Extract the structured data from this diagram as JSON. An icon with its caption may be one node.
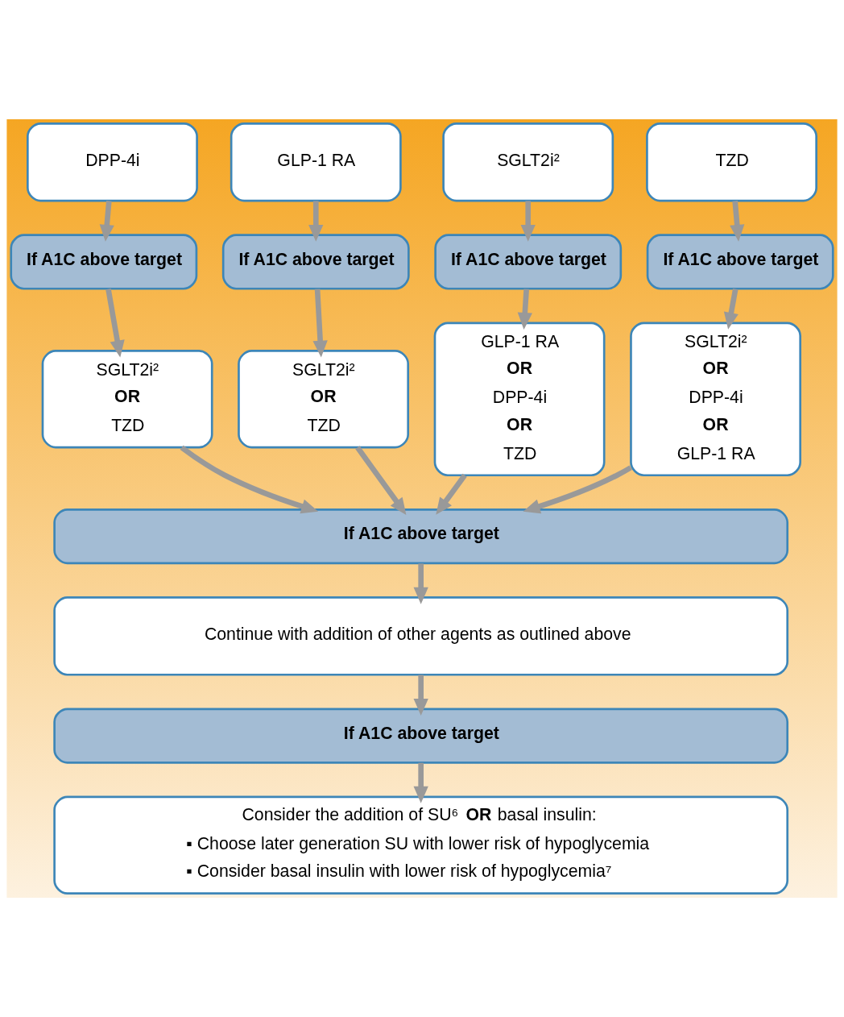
{
  "diagram": {
    "nodes": [
      {
        "text": [
          "DPP-4i"
        ]
      },
      {
        "text": [
          "GLP-1 RA"
        ]
      },
      {
        "text": [
          "SGLT2i²"
        ]
      },
      {
        "text": [
          "TZD"
        ]
      },
      {
        "text": [
          "If A1C above target"
        ]
      },
      {
        "text": [
          "If A1C above target"
        ]
      },
      {
        "text": [
          "If A1C above target"
        ]
      },
      {
        "text": [
          "If A1C above target"
        ]
      },
      {
        "text": [
          "SGLT2i²",
          "OR",
          "TZD"
        ]
      },
      {
        "text": [
          "SGLT2i²",
          "OR",
          "TZD"
        ]
      },
      {
        "text": [
          "GLP-1 RA",
          "OR",
          "DPP-4i",
          "OR",
          "TZD"
        ]
      },
      {
        "text": [
          "SGLT2i²",
          "OR",
          "DPP-4i",
          "OR",
          "GLP-1 RA"
        ]
      },
      {
        "text": [
          "If A1C above target"
        ]
      },
      {
        "text": [
          "Continue with addition of other agents as outlined above"
        ]
      },
      {
        "text": [
          "If A1C above target"
        ]
      },
      {
        "text": [
          "Consider the addition of SU⁶ **OR** basal insulin:",
          "▪ Choose later generation SU with lower risk of hypoglycemia",
          "▪ Consider basal insulin with lower risk of hypoglycemia⁷"
        ]
      }
    ],
    "edges": [
      {
        "from": 0,
        "to": 4,
        "arrow": "to"
      },
      {
        "from": 1,
        "to": 5,
        "arrow": "to"
      },
      {
        "from": 2,
        "to": 6,
        "arrow": "to"
      },
      {
        "from": 3,
        "to": 7,
        "arrow": "to"
      },
      {
        "from": 4,
        "to": 8,
        "arrow": "to"
      },
      {
        "from": 5,
        "to": 9,
        "arrow": "to"
      },
      {
        "from": 6,
        "to": 10,
        "arrow": "to"
      },
      {
        "from": 7,
        "to": 11,
        "arrow": "to"
      },
      {
        "from": 8,
        "to": 12,
        "arrow": "to"
      },
      {
        "from": 9,
        "to": 12,
        "arrow": "to"
      },
      {
        "from": 10,
        "to": 12,
        "arrow": "to"
      },
      {
        "from": 11,
        "to": 12,
        "arrow": "to"
      },
      {
        "from": 12,
        "to": 13,
        "arrow": "to"
      },
      {
        "from": 13,
        "to": 14,
        "arrow": "to"
      },
      {
        "from": 14,
        "to": 15,
        "arrow": "to"
      }
    ]
  }
}
